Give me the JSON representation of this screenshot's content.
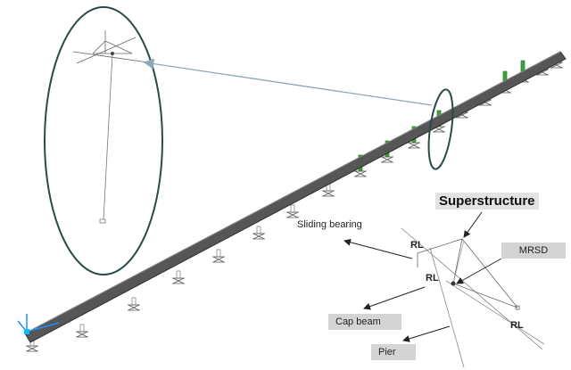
{
  "labels": {
    "superstructure": "Superstructure",
    "sliding_bearing": "Sliding bearing",
    "mrsd": "MRSD",
    "cap_beam": "Cap beam",
    "pier": "Pier",
    "rl_1": "RL",
    "rl_2": "RL",
    "rl_3": "RL"
  },
  "colors": {
    "deck": "#555555",
    "deck_edge": "#2e2e2e",
    "pier_highlight": "#3aa23a",
    "ellipse": "#2d4a4a",
    "leader_arrow": "#8aa8b8",
    "annotation_arrow": "#222222",
    "label_box": "#d4d4d4",
    "axis_triad": "#1e90ff"
  },
  "icons": {
    "support_symbol": "pier-support-icon",
    "axis": "axis-triad-icon"
  }
}
